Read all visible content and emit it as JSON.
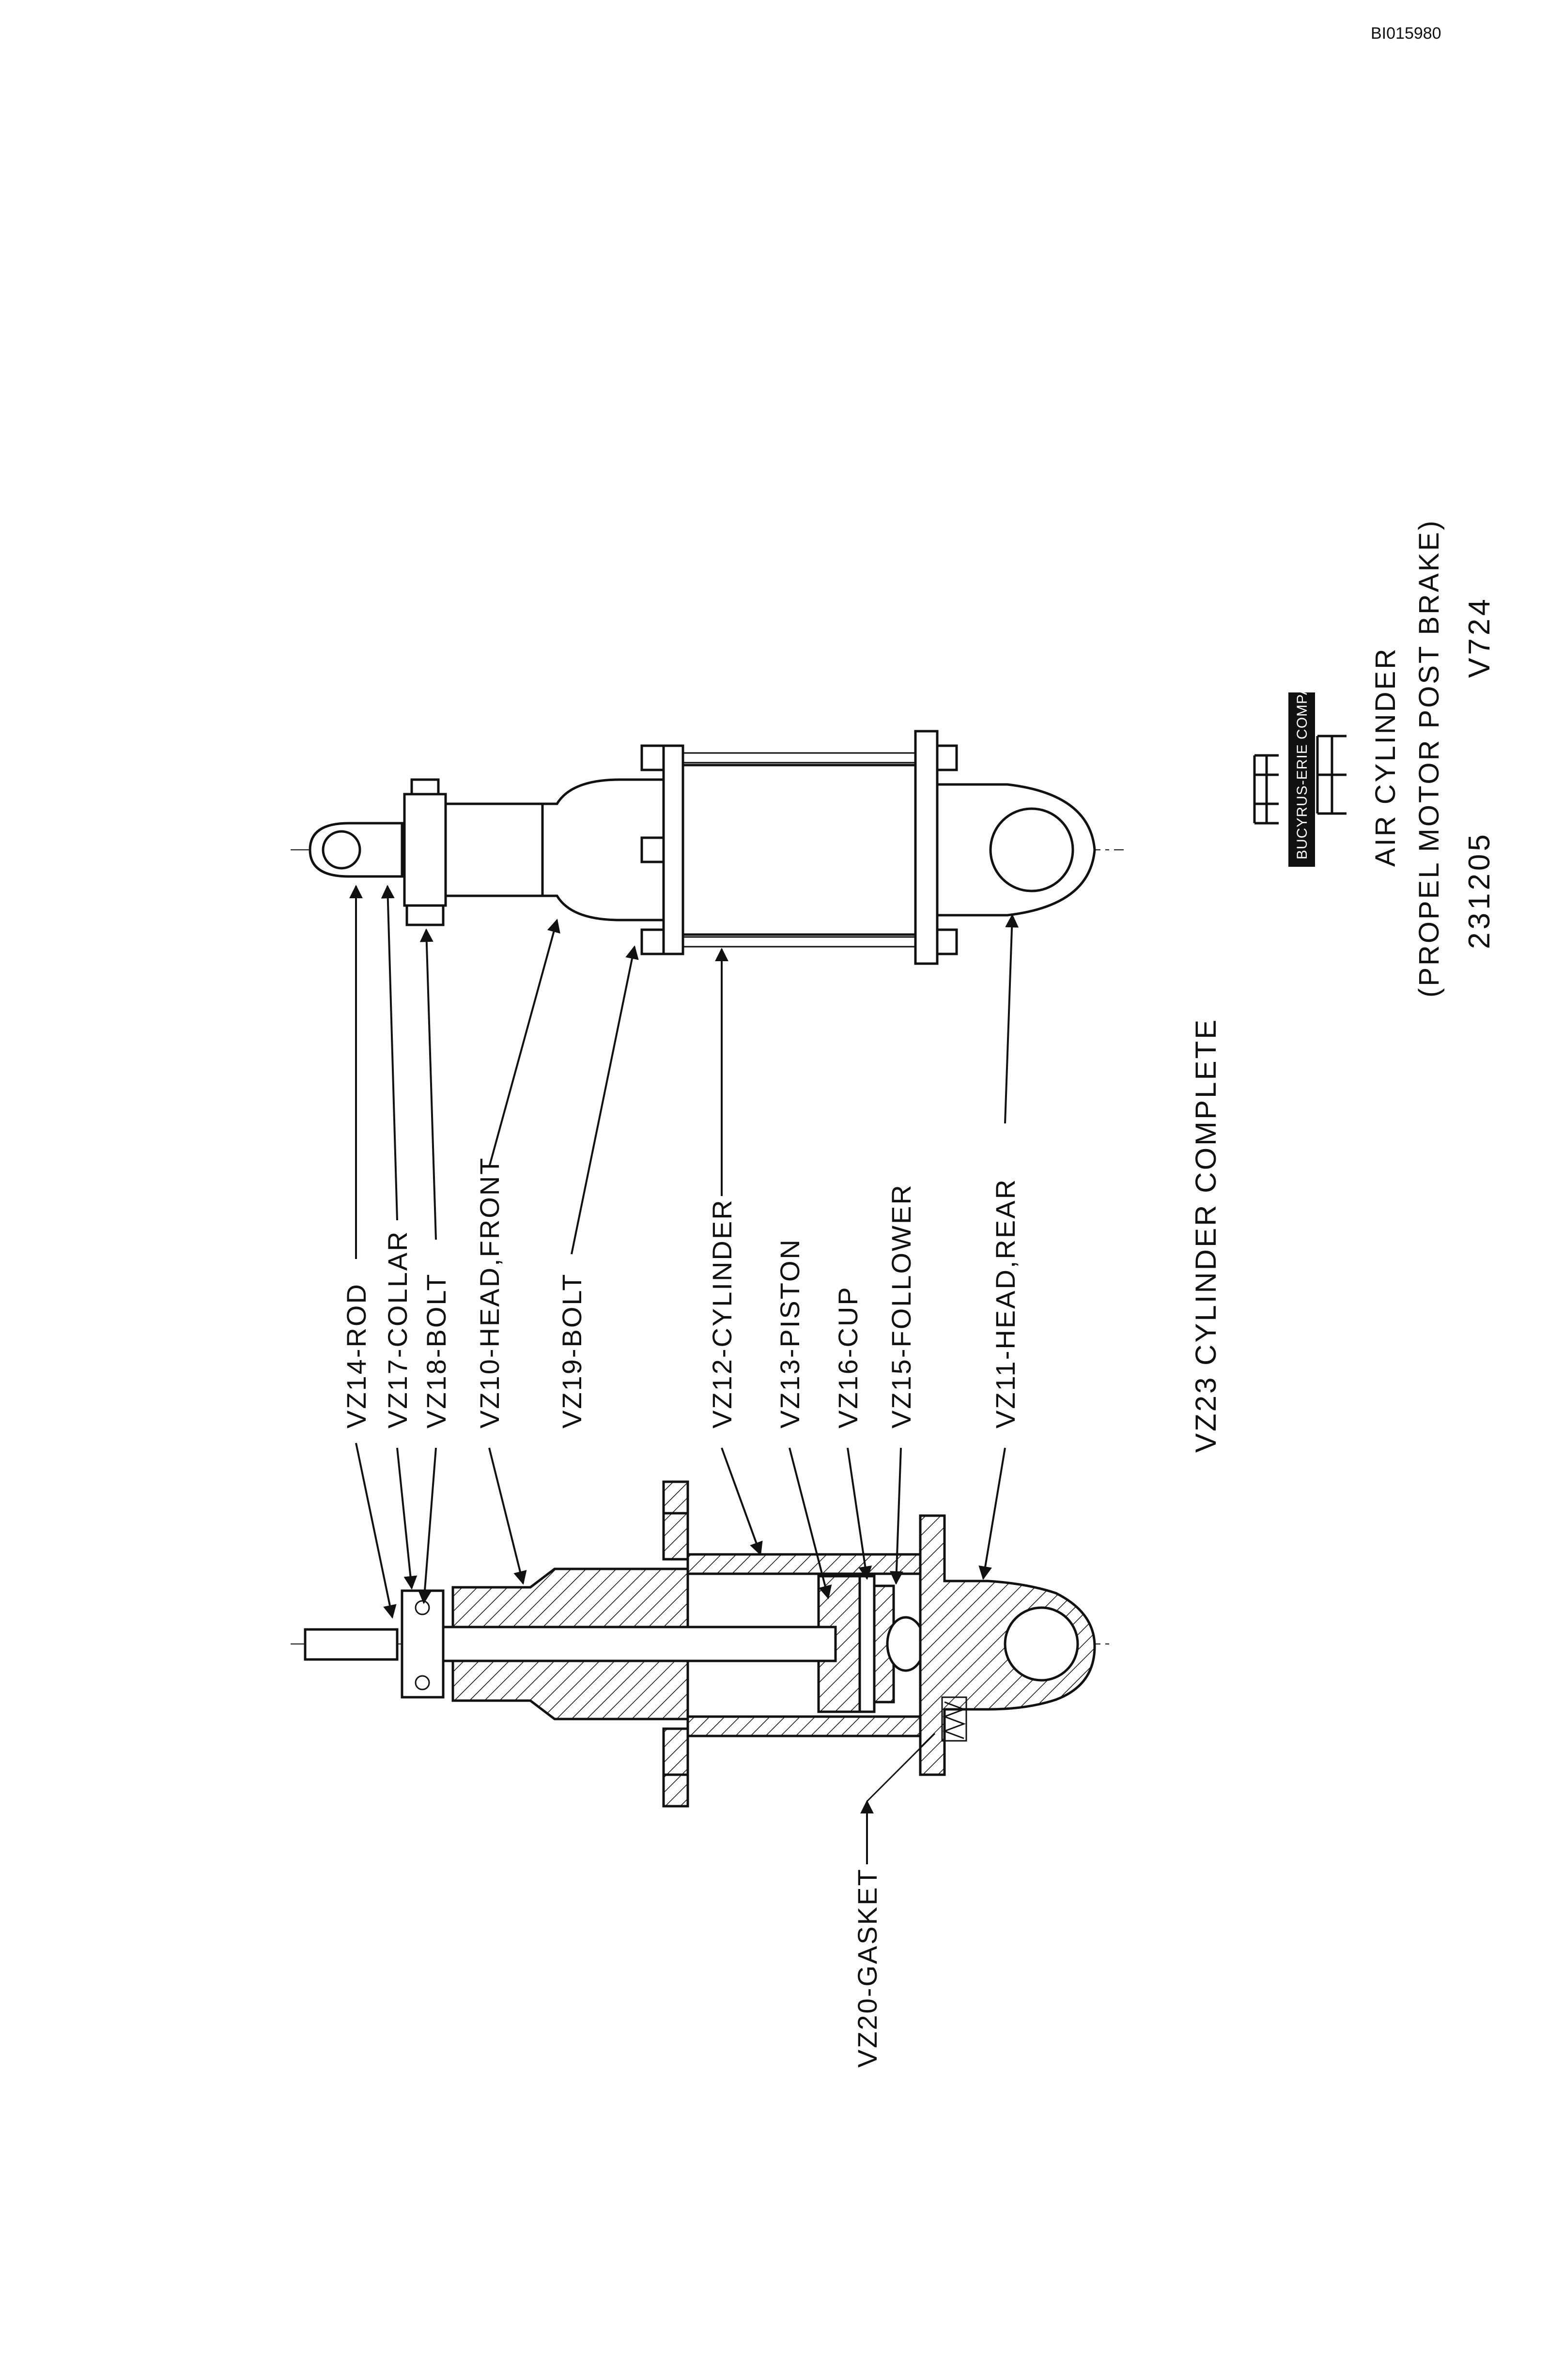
{
  "doc_id": "BI015980",
  "labels": {
    "rod": "VZ14-ROD",
    "collar": "VZ17-COLLAR",
    "bolt_18": "VZ18-BOLT",
    "head_front": "VZ10-HEAD,FRONT",
    "bolt_19": "VZ19-BOLT",
    "cylinder": "VZ12-CYLINDER",
    "piston": "VZ13-PISTON",
    "cup": "VZ16-CUP",
    "follower": "VZ15-FOLLOWER",
    "head_rear": "VZ11-HEAD,REAR",
    "gasket": "VZ20-GASKET"
  },
  "assembly": "VZ23 CYLINDER COMPLETE",
  "title_block": {
    "company": "BUCYRUS-ERIE COMPANY",
    "title": "AIR CYLINDER",
    "subtitle": "(PROPEL MOTOR POST BRAKE)",
    "part_number": "231205",
    "sheet_code": "V724"
  }
}
